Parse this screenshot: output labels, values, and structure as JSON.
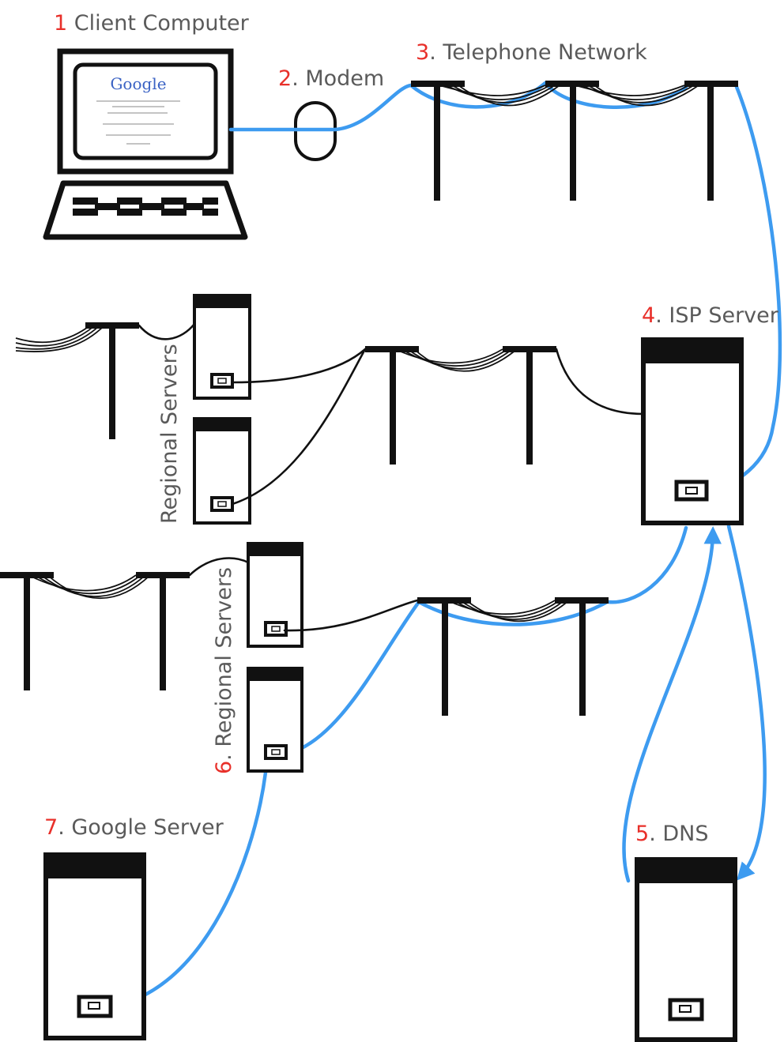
{
  "labels": {
    "client": {
      "num": "1",
      "text": " Client Computer"
    },
    "modem": {
      "num": "2",
      "text": ". Modem"
    },
    "telephone": {
      "num": "3",
      "text": ". Telephone Network"
    },
    "isp": {
      "num": "4",
      "text": ". ISP Server"
    },
    "dns": {
      "num": "5",
      "text": ". DNS"
    },
    "regional_a": {
      "text": "Regional Servers"
    },
    "regional_b": {
      "num": "6",
      "text": ". Regional Servers"
    },
    "google": {
      "num": "7",
      "text": ". Google Server"
    }
  },
  "screen": {
    "logo": "Google"
  },
  "colors": {
    "link_blue": "#3d9bf0",
    "step_number_red": "#e8302a",
    "label_gray": "#5a5a5a",
    "ink": "#111111"
  }
}
